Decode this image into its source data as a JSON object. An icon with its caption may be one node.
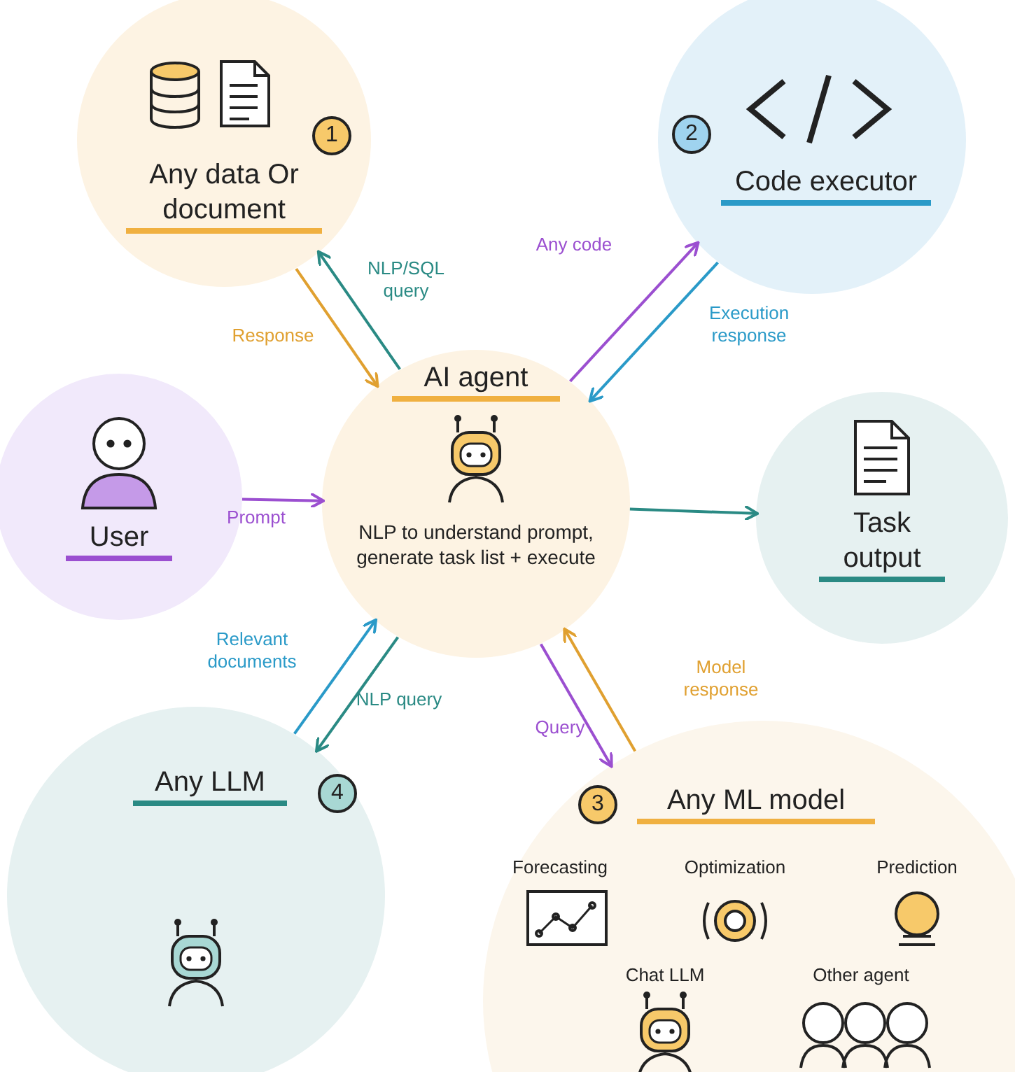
{
  "diagram": {
    "nodes": [
      {
        "text": [
          "Any data Or document",
          "1"
        ]
      },
      {
        "text": [
          "Code executor",
          "2"
        ]
      },
      {
        "text": [
          "AI agent",
          "NLP to understand prompt, generate task list + execute"
        ]
      },
      {
        "text": [
          "User"
        ]
      },
      {
        "text": [
          "Task output"
        ]
      },
      {
        "text": [
          "Any LLM",
          "4"
        ]
      },
      {
        "text": [
          "Any ML model",
          "3",
          "Forecasting",
          "Optimization",
          "Prediction",
          "Chat LLM",
          "Other agent"
        ]
      }
    ],
    "edges": [
      {
        "from": 2,
        "to": 0,
        "arrow": "to",
        "label": "NLP/SQL query",
        "color": "#2a8a84"
      },
      {
        "from": 0,
        "to": 2,
        "arrow": "to",
        "label": "Response",
        "color": "#e0a030"
      },
      {
        "from": 2,
        "to": 1,
        "arrow": "to",
        "label": "Any code",
        "color": "#9b4fd0"
      },
      {
        "from": 1,
        "to": 2,
        "arrow": "to",
        "label": "Execution response",
        "color": "#2a9ac8"
      },
      {
        "from": 3,
        "to": 2,
        "arrow": "to",
        "label": "Prompt",
        "color": "#9b4fd0"
      },
      {
        "from": 2,
        "to": 4,
        "arrow": "to",
        "color": "#2a8a84"
      },
      {
        "from": 5,
        "to": 2,
        "arrow": "to",
        "label": "Relevant documents",
        "color": "#2a9ac8"
      },
      {
        "from": 2,
        "to": 5,
        "arrow": "to",
        "label": "NLP query",
        "color": "#2a8a84"
      },
      {
        "from": 2,
        "to": 6,
        "arrow": "to",
        "label": "Query",
        "color": "#9b4fd0"
      },
      {
        "from": 6,
        "to": 2,
        "arrow": "to",
        "label": "Model response",
        "color": "#e0a030"
      }
    ]
  }
}
